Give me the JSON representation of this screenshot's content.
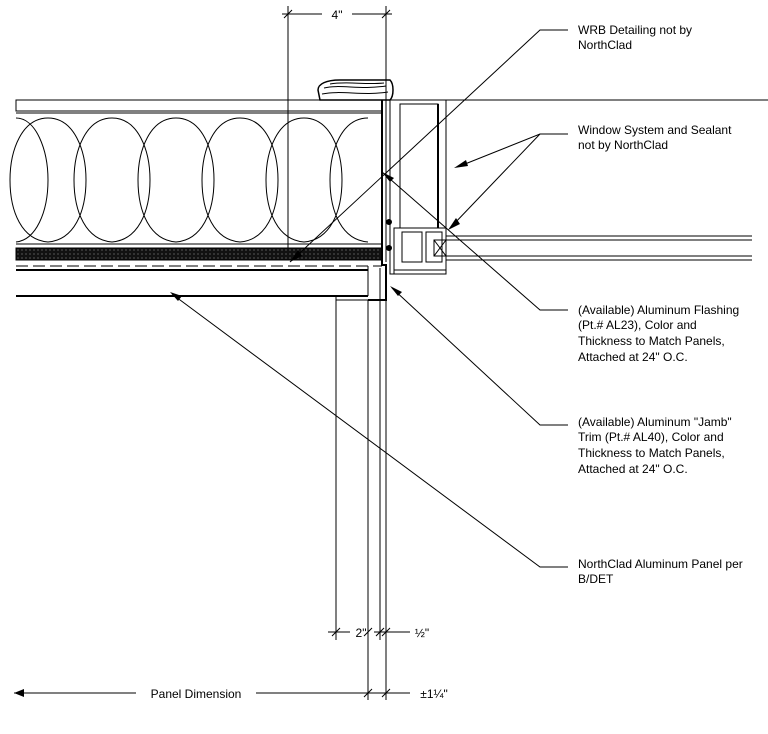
{
  "dimensions": {
    "top_width": "4\"",
    "gap_2in": "2\"",
    "gap_half_in": "½\"",
    "plus_minus": "±1¼\"",
    "panel_dimension": "Panel Dimension"
  },
  "notes": {
    "wrb": [
      "WRB Detailing not by",
      "NorthClad"
    ],
    "window": [
      "Window System and Sealant",
      "not by NorthClad"
    ],
    "flashing": [
      "(Available) Aluminum Flashing",
      "(Pt.# AL23), Color and",
      "Thickness to Match Panels,",
      "Attached at 24\" O.C."
    ],
    "jamb": [
      "(Available) Aluminum \"Jamb\"",
      "Trim (Pt.# AL40), Color and",
      "Thickness to Match Panels,",
      "Attached at 24\" O.C."
    ],
    "panel": [
      "NorthClad Aluminum Panel per",
      "B/DET"
    ]
  }
}
